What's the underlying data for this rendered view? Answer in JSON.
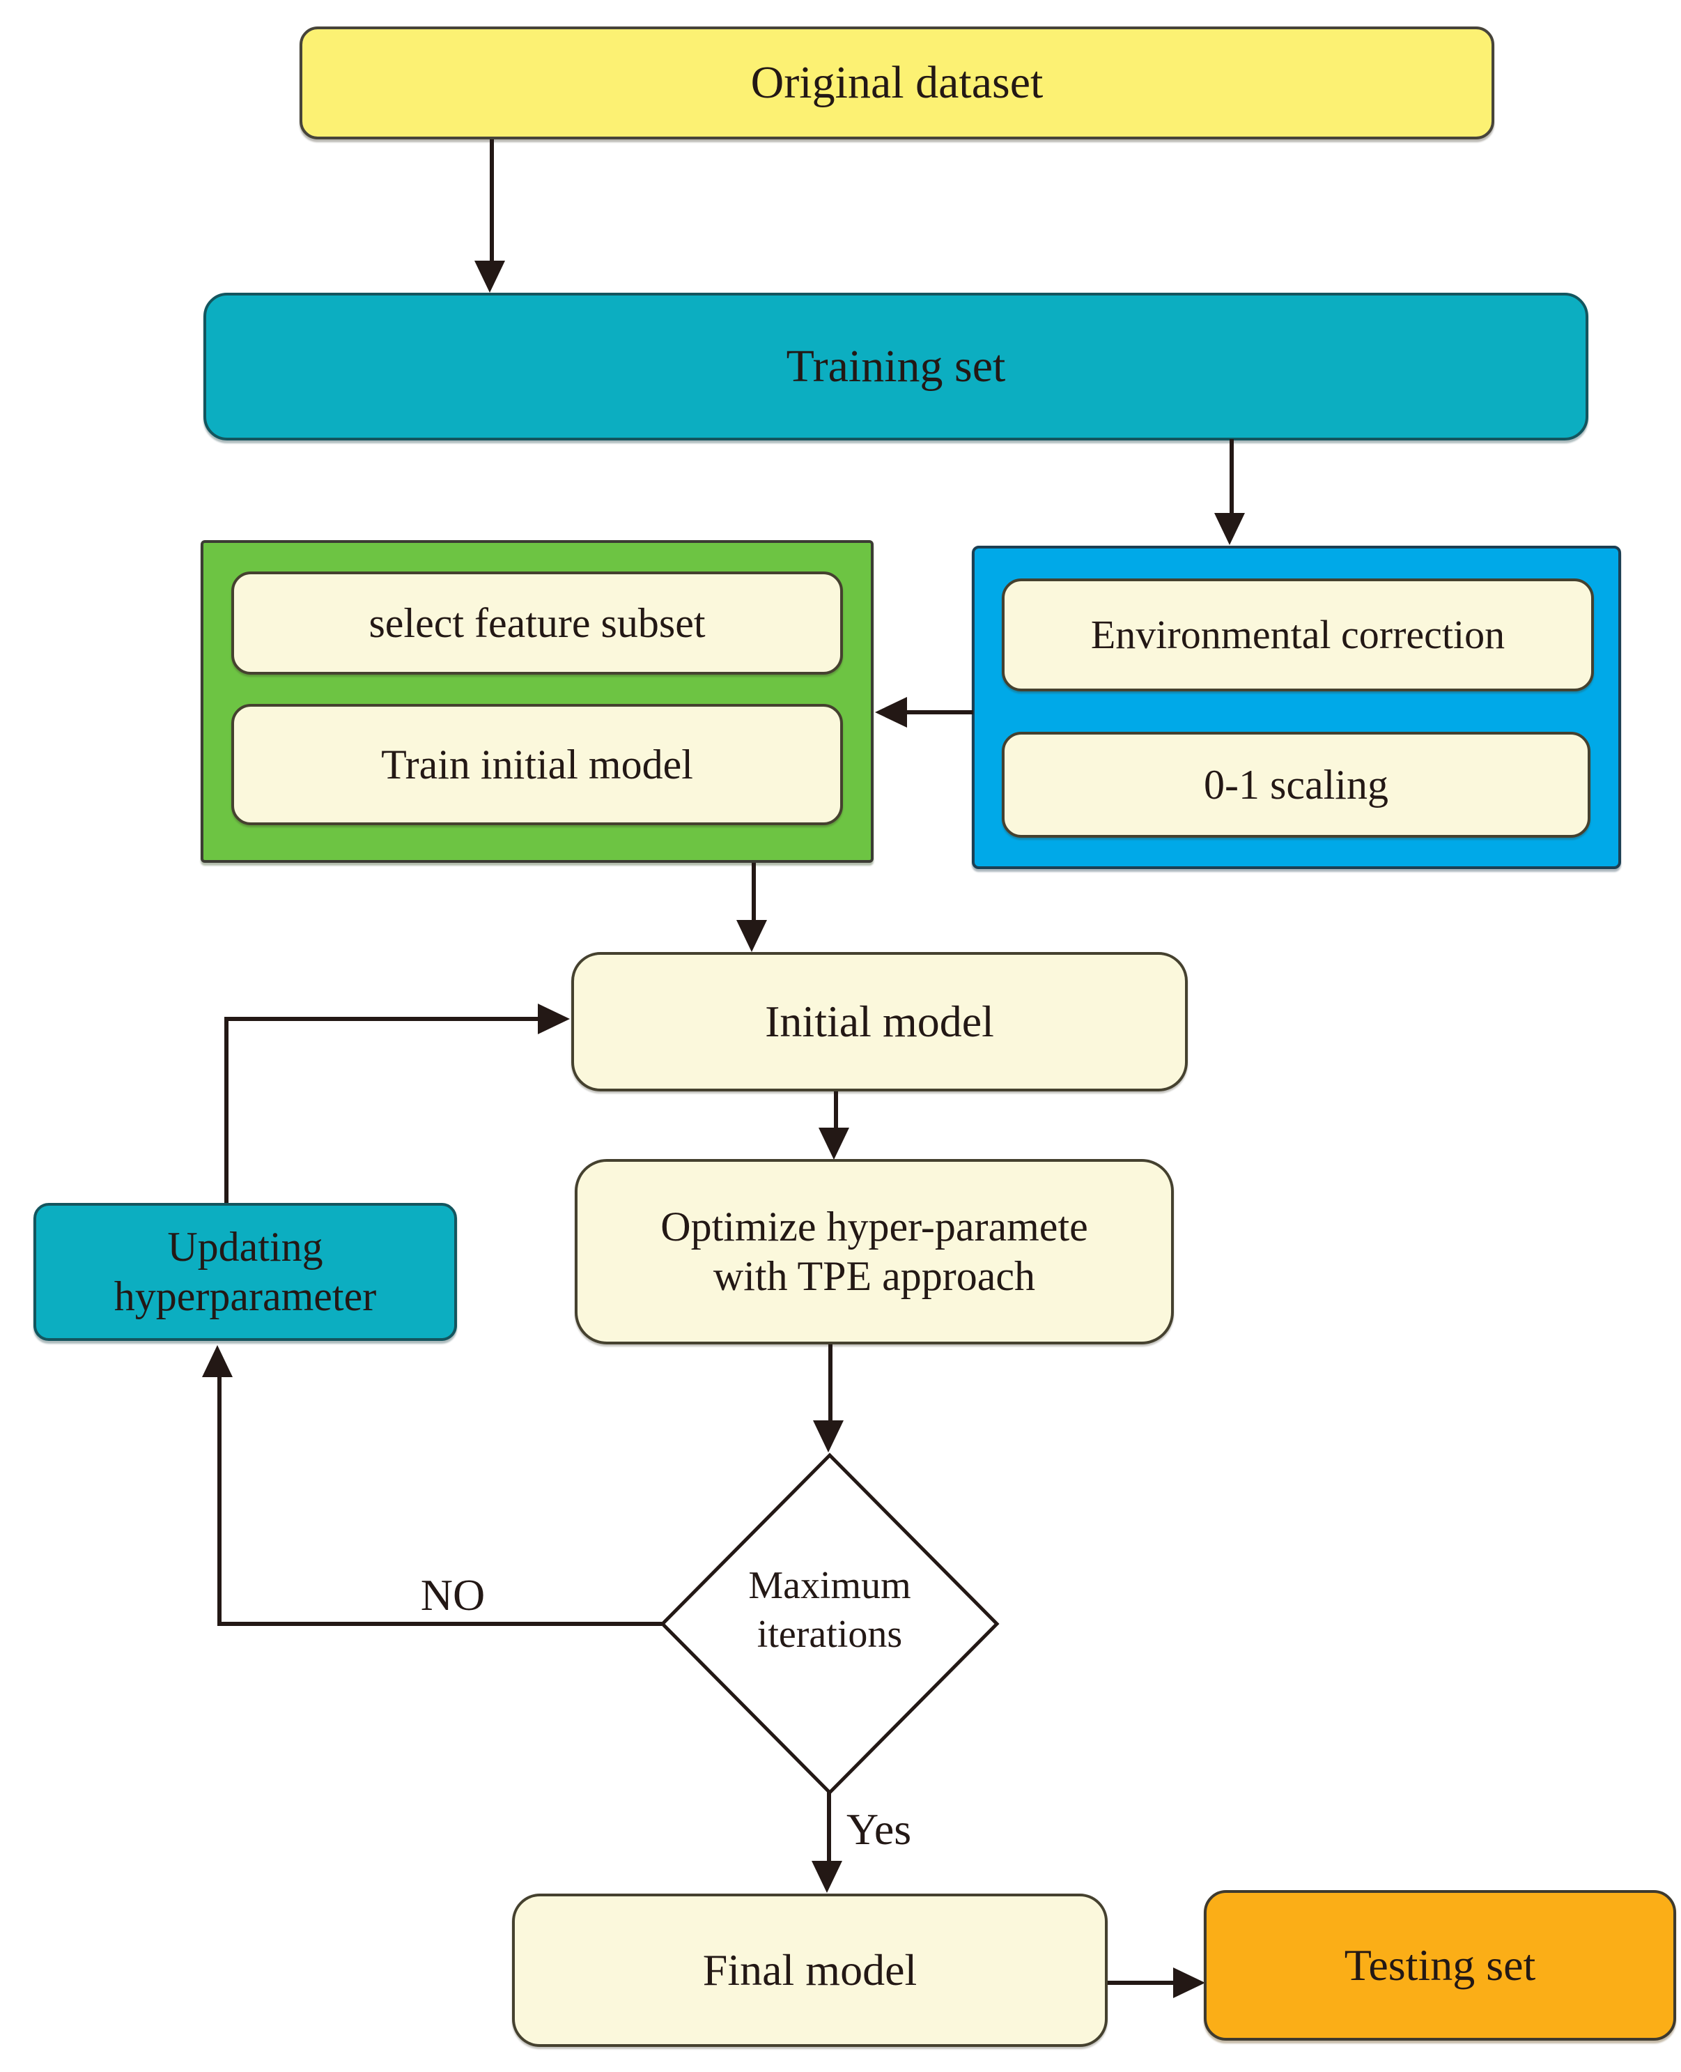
{
  "diagram_type": "flowchart",
  "colors": {
    "background": "#FFFFFF",
    "line_and_text": "#231815",
    "yellow_node": "#FCF173",
    "teal_node": "#0CAEC1",
    "blue_group": "#00A9E8",
    "green_group": "#6DC443",
    "cream_node": "#FBF8DC",
    "orange_node": "#FBAE17"
  },
  "nodes": {
    "original_dataset": {
      "label": "Original dataset"
    },
    "training_set": {
      "label": "Training set"
    },
    "select_feature_subset": {
      "label": "select feature subset"
    },
    "train_initial_model": {
      "label": "Train initial model"
    },
    "environmental_correction": {
      "label": "Environmental correction"
    },
    "zero_one_scaling": {
      "label": "0-1 scaling"
    },
    "initial_model": {
      "label": "Initial model"
    },
    "optimize_hyperparameter": {
      "line1": "Optimize hyper-paramete",
      "line2": "with TPE approach"
    },
    "maximum_iterations": {
      "line1": "Maximum",
      "line2": "iterations"
    },
    "updating_hyperparameter": {
      "line1": "Updating",
      "line2": "hyperparameter"
    },
    "final_model": {
      "label": "Final model"
    },
    "testing_set": {
      "label": "Testing set"
    }
  },
  "edge_labels": {
    "no": "NO",
    "yes": "Yes"
  }
}
